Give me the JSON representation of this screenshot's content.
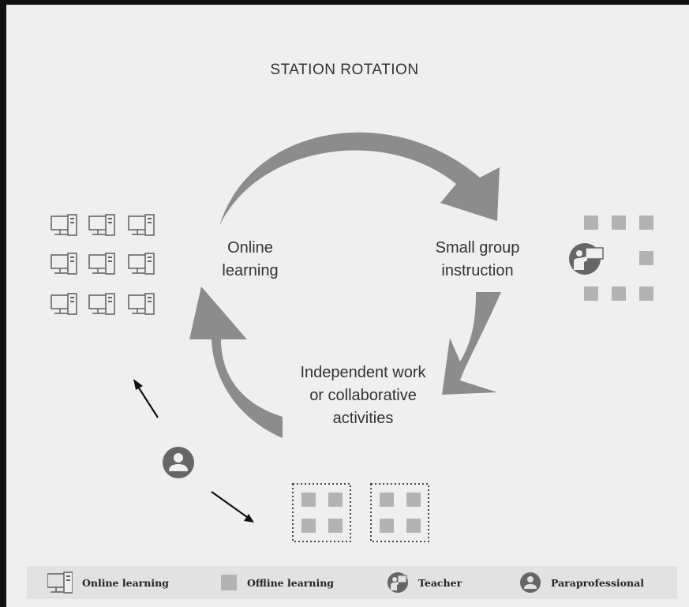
{
  "diagram": {
    "title": "STATION ROTATION",
    "stations": {
      "online": "Online\nlearning",
      "small_group": "Small group\ninstruction",
      "independent": "Independent work\nor collaborative\nactivities"
    },
    "colors": {
      "arrow": "#8c8c8c",
      "icon": "#666666",
      "square": "#b3b3b3",
      "background": "#efefef"
    }
  },
  "legend": {
    "online": "Online learning",
    "offline": "Offline learning",
    "teacher": "Teacher",
    "paraprofessional": "Paraprofessional"
  }
}
